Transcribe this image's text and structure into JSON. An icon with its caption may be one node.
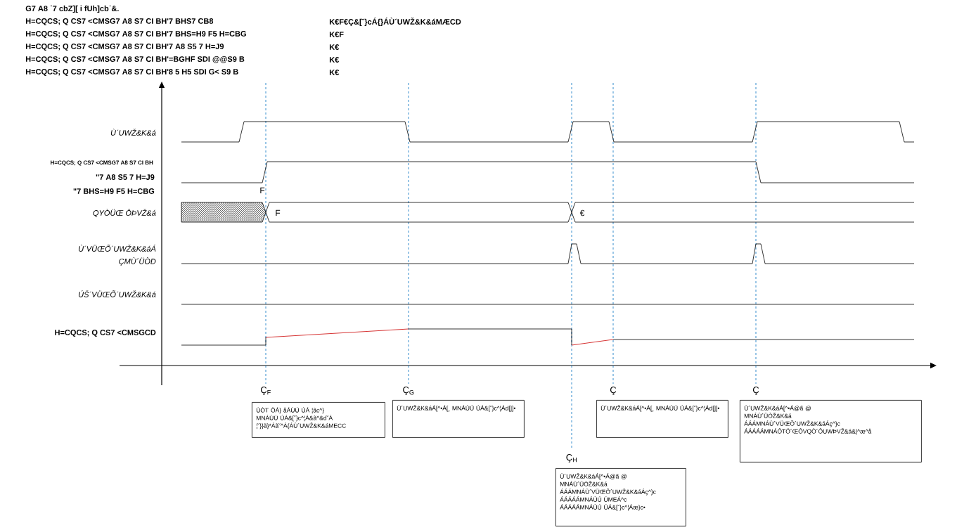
{
  "diagram": {
    "nodes": [
      {
        "text": [
          "ÙÒT ÖÁ} åÁÙÚ ÚÁ ¦ãc^} MNÁÙÚ ÚÁ&[˘}c^¦Á&ã^&d˘Á ¦˘}}ã}*Áã˘^Á{ÁÙ´UWŽ&K&áMECC"
        ],
        "beside": [
          "Ç$_{F}$"
        ]
      },
      {
        "text": [
          "Ù´UWŽ&K&áÁ[^•Á[¸ MNÁÙÚ ÚÁ&[˘}c^¦Ád[]]•"
        ],
        "beside": [
          "Ç$_{G}$"
        ]
      },
      {
        "text": [
          "Ù´UWŽ&K&áÁ[^•Á[¸ MNÁÙÚ ÚÁ&[˘}c^¦Ád[]]•"
        ],
        "beside": [
          "Ç"
        ]
      },
      {
        "text": [
          "Ù´UWŽ&K&áÁ[^•Á@ã @",
          "MNÁÙ´ÜÒŽ&K&á",
          "ÁÁÁMNÁÙ´VÜŒÕ´UWŽ&K&áÁç^}c",
          "ÁÁÁÁÁMNÁÔTÖ´ŒÔVQÒ´ÔUWÞVŽ&á&|^æ^å"
        ],
        "beside": [
          "Ç"
        ]
      },
      {
        "text": [
          "Ù´UWŽ&K&áÁ[^•Á@ã @",
          "MNÁÙ´ÜÒŽ&K&á",
          "ÁÁÁMNÁÙ´VÜŒÕ´UWŽ&K&áÁç^}c",
          "ÁÁÁÁÁMNÁÙÚ ÚMEÁ^c",
          "ÁÁÁÁÁMNÁÙÚ ÚÁ&[˘}c^¦Áæ}c•"
        ],
        "beside": [
          "Ç$_{H}$"
        ]
      }
    ],
    "labels": [
      "G7 A8 ˙7 cbZ][ i fUh]cb˙&.",
      "H=CQCS; Q CS7 <CMSG7 A8 S7 CI BH'7 BHS7 CB8",
      "K€F€Ç&[˘}cÁ{}ÁÙ´UWŽ&K&áMÆCD",
      "H=CQCS; Q CS7 <CMSG7 A8 S7 CI BH'7 BHS=H9 F5 H=CBG",
      "K€F",
      "H=CQCS; Q CS7 <CMSG7 A8 S7 CI BH'7 A8 S5 7 H=J9",
      "K€",
      "H=CQCS; Q CS7 <CMSG7 A8 S7 CI BH'=BGHF SDI @@S9 B",
      "K€",
      "H=CQCS; Q CS7 <CMSG7 A8 S7 CI BH'8 5 H5 SDI G< S9 B",
      "K€",
      "Ù´UWŽ&K&á",
      "H=CQCS; Q CS7 <CMSG7 A8 S7 CI BH",
      "\"7 A8 S5 7 H=J9",
      "\"7 BHS=H9 F5 H=CBG",
      "F",
      "QYÒÜŒ ÔÞVŽ&á",
      "F",
      "€",
      "Ù´VÜŒÕ´UWŽ&K&áÁ",
      "ÇMÙ´ÜÒD",
      "ÚŠ´VÜŒÕ´UWŽ&K&á",
      "H=CQCS; Q CS7 <CMSGCD"
    ]
  }
}
